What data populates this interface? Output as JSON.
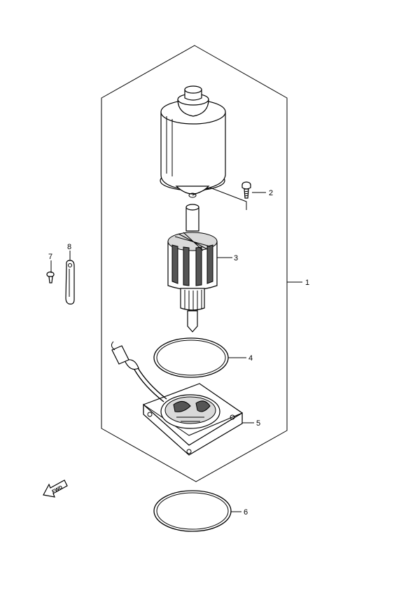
{
  "callouts": [
    "1",
    "2",
    "3",
    "4",
    "5",
    "6",
    "7",
    "8"
  ],
  "fwd_label": "FWD"
}
